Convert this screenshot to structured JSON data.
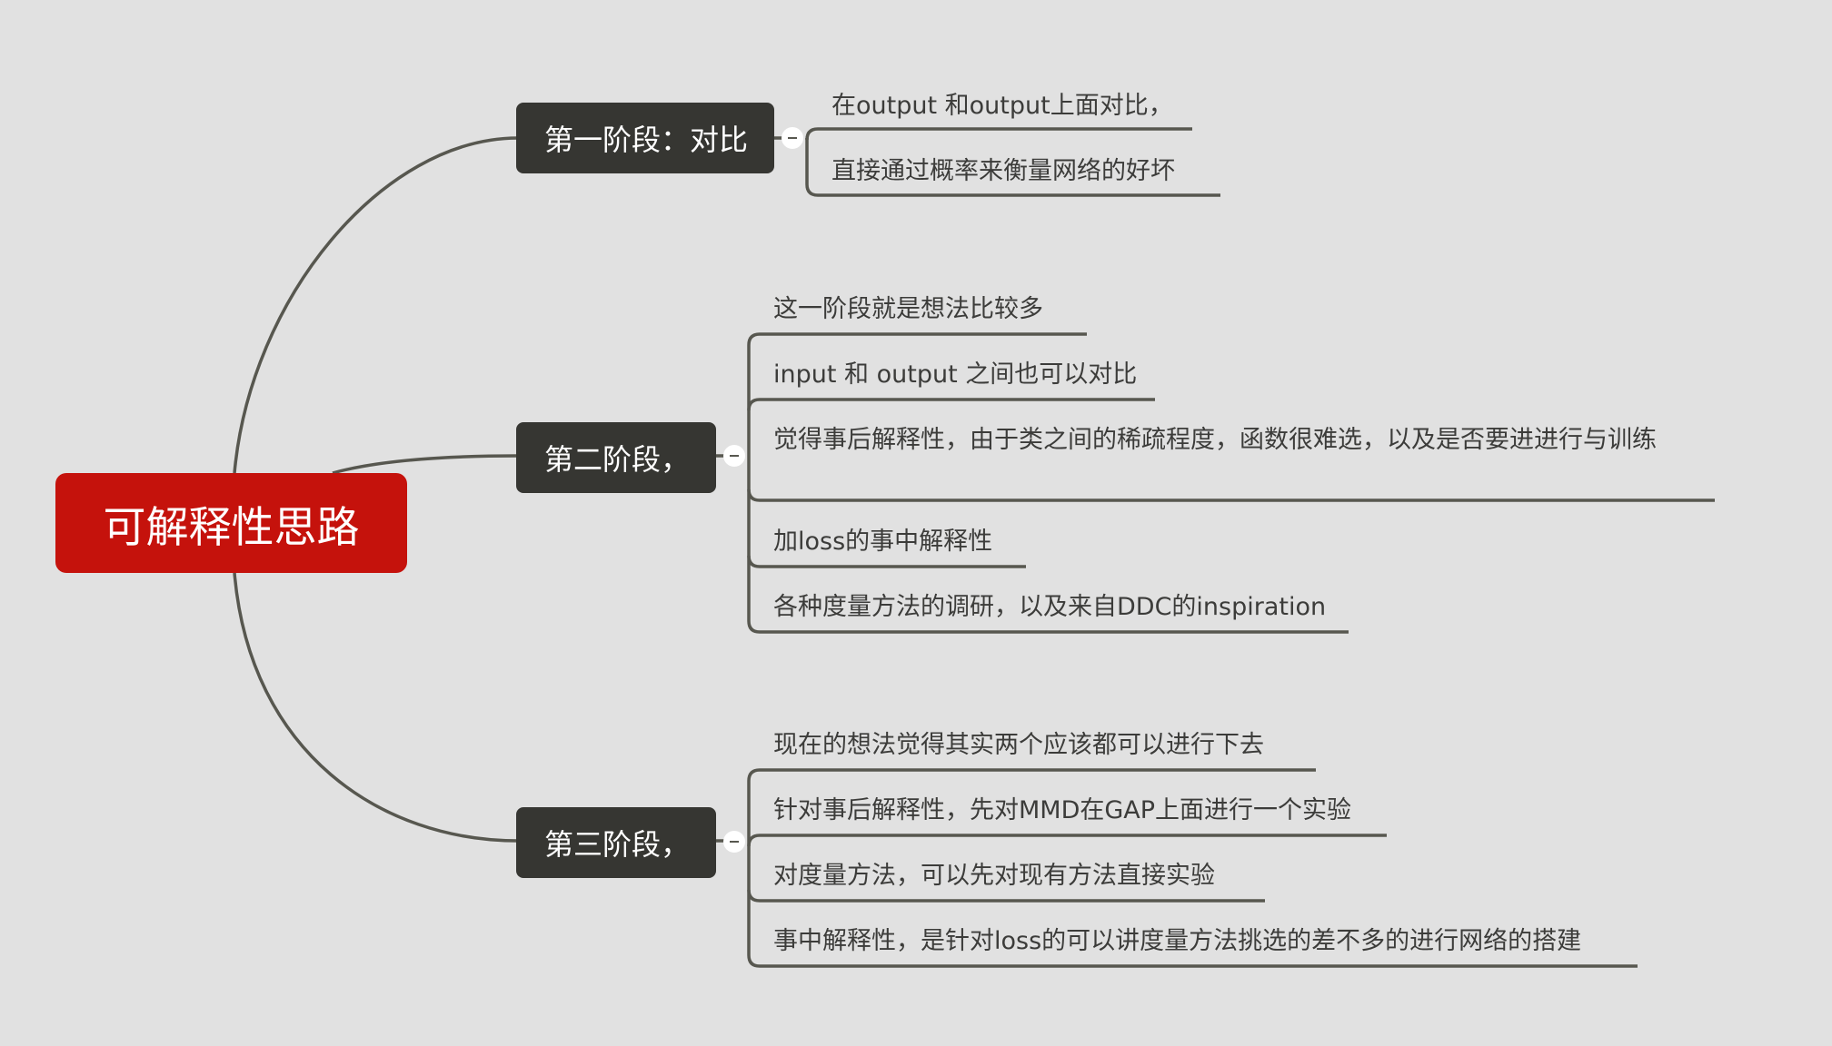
{
  "root": {
    "label": "可解释性思路"
  },
  "stages": [
    {
      "label": "第一阶段：对比",
      "items": [
        "在output 和output上面对比，",
        "直接通过概率来衡量网络的好坏"
      ]
    },
    {
      "label": "第二阶段，",
      "items": [
        "这一阶段就是想法比较多",
        "input 和 output 之间也可以对比",
        "觉得事后解释性，由于类之间的稀疏程度，函数很难选，以及是否要进进行与训练",
        "加loss的事中解释性",
        "各种度量方法的调研，以及来自DDC的inspiration"
      ]
    },
    {
      "label": "第三阶段，",
      "items": [
        "现在的想法觉得其实两个应该都可以进行下去",
        "针对事后解释性，先对MMD在GAP上面进行一个实验",
        "对度量方法，可以先对现有方法直接实验",
        "事中解释性，是针对loss的可以讲度量方法挑选的差不多的进行网络的搭建"
      ]
    }
  ],
  "colors": {
    "background": "#e1e1e1",
    "root": "#c5120c",
    "stage": "#363632",
    "line": "#57574f",
    "text": "#3c3c3a"
  }
}
